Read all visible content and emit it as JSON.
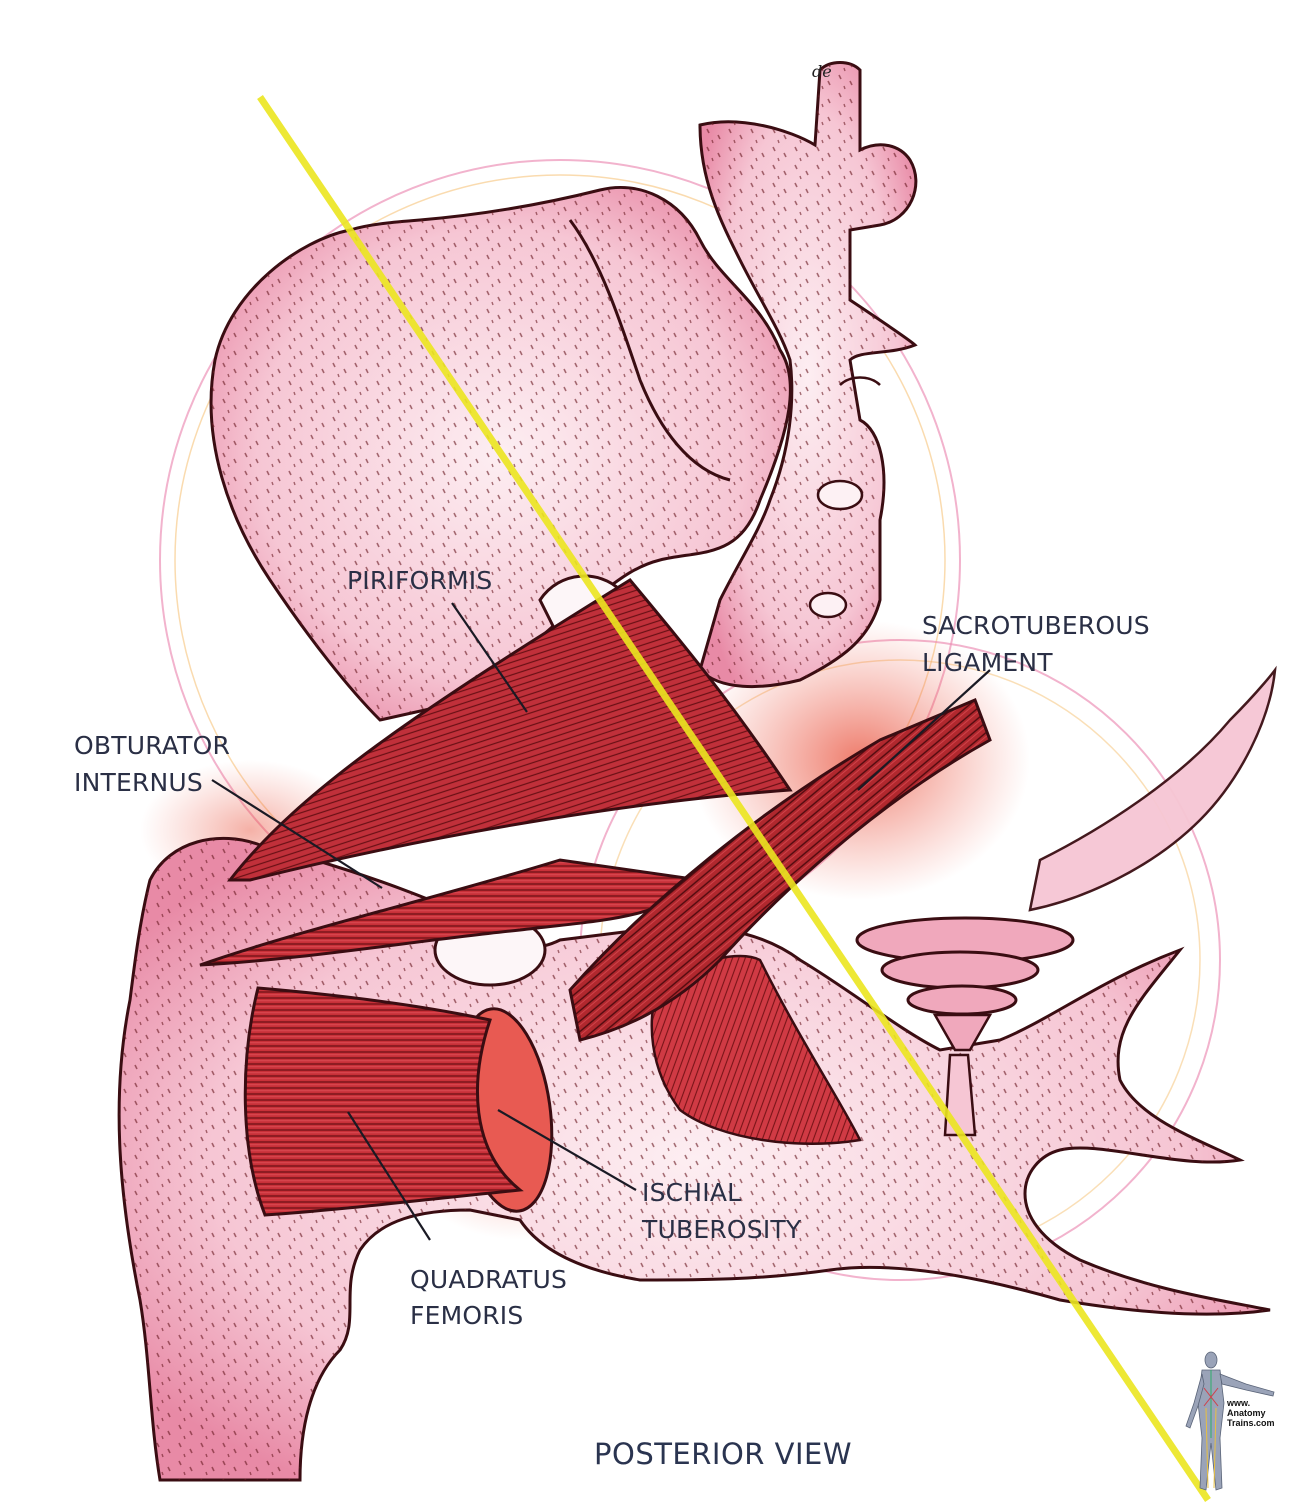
{
  "figure": {
    "view_title": "POSTERIOR VIEW",
    "stray_header_text": "de"
  },
  "labels": {
    "piriformis": "PIRIFORMIS",
    "sacrotuberous_line1": "SACROTUBEROUS",
    "sacrotuberous_line2": "LIGAMENT",
    "obturator_line1": "OBTURATOR",
    "obturator_line2": "INTERNUS",
    "ischial_line1": "ISCHIAL",
    "ischial_line2": "TUBEROSITY",
    "quadratus_line1": "QUADRATUS",
    "quadratus_line2": "FEMORIS"
  },
  "watermark": {
    "line1": "www.",
    "line2": "Anatomy",
    "line3": "Trains.com"
  },
  "colors": {
    "bone_fill": "#f7c9d6",
    "bone_outline": "#3a0d12",
    "muscle_fill": "#c8323a",
    "muscle_dark": "#7a1418",
    "ligament_fill": "#a8272c",
    "label_text": "#2a2f45",
    "axis_line": "#e8e020",
    "circle_pink": "#e889b0",
    "circle_orange": "#f5b458"
  }
}
